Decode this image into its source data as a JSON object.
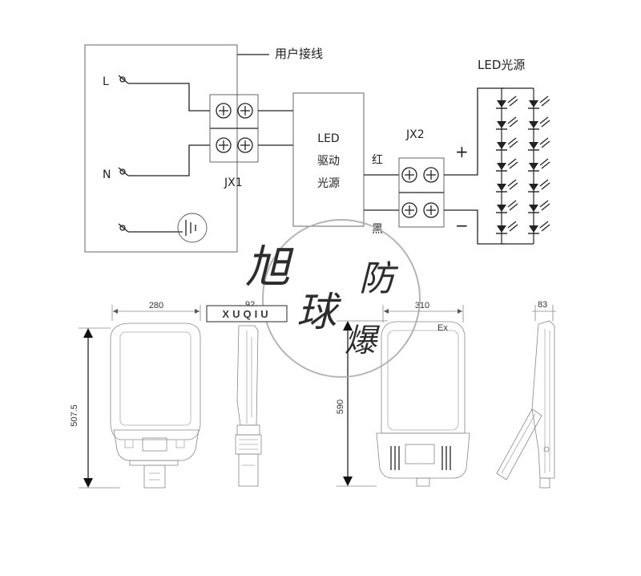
{
  "wiring": {
    "user_wiring_label": "用户接线",
    "led_source_label": "LED光源",
    "terminal_l": "L",
    "terminal_n": "N",
    "jx1_label": "JX1",
    "jx2_label": "JX2",
    "driver_label_line1": "LED",
    "driver_label_line2": "驱动",
    "driver_label_line3": "光源",
    "red_label": "红",
    "black_label": "黑",
    "plus_label": "+",
    "minus_label": "−"
  },
  "dimensions": {
    "small_width": "280",
    "small_height": "507.5",
    "small_side_depth": "92",
    "large_width": "310",
    "large_height": "590",
    "large_side_depth": "83",
    "ex_mark": "Ex"
  },
  "watermark": {
    "char_1": "旭",
    "char_2": "球",
    "char_3": "防",
    "char_4": "爆",
    "latin": "XUQIU"
  }
}
